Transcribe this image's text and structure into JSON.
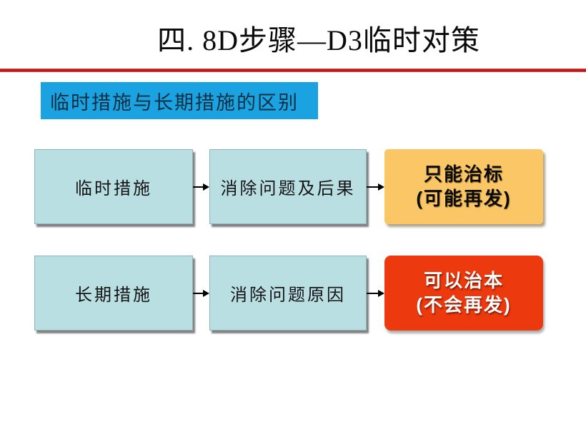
{
  "slide": {
    "title": "四. 8D步骤—D3临时对策",
    "section_label": "临时措施与长期措施的区别"
  },
  "diagram": {
    "type": "flowchart",
    "rows": [
      {
        "source": "临时措施",
        "process": "消除问题及后果",
        "result_line1": "只能治标",
        "result_line2": "(可能再发)",
        "result_type": "warning"
      },
      {
        "source": "长期措施",
        "process": "消除问题原因",
        "result_line1": "可以治本",
        "result_line2": "(不会再发)",
        "result_type": "danger"
      }
    ],
    "connector": "arrow-right"
  },
  "colors": {
    "divider_red": "#c01212",
    "section_label_bg": "#1ba3e1",
    "section_label_text": "#0d2f44",
    "node_bg": "#badfe3",
    "warning_bg": "#fbc766",
    "danger_bg": "#ec3a0e",
    "danger_text": "#ffffff"
  }
}
